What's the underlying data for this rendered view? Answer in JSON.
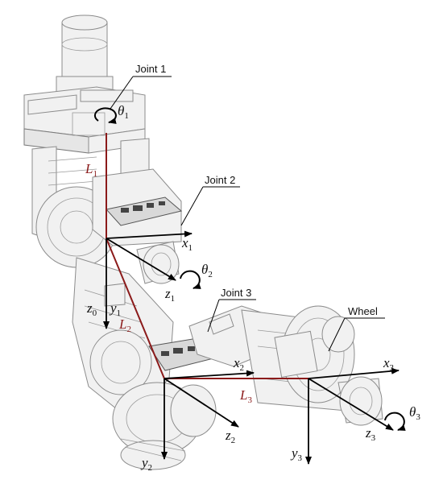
{
  "labels": {
    "joint1": "Joint 1",
    "joint2": "Joint 2",
    "joint3": "Joint 3",
    "wheel": "Wheel"
  },
  "links": [
    {
      "sym": "L",
      "sub": "1"
    },
    {
      "sym": "L",
      "sub": "2"
    },
    {
      "sym": "L",
      "sub": "3"
    }
  ],
  "angles": [
    {
      "sym": "θ",
      "sub": "1"
    },
    {
      "sym": "θ",
      "sub": "2"
    },
    {
      "sym": "θ",
      "sub": "3"
    }
  ],
  "axes": {
    "x1": {
      "sym": "x",
      "sub": "1"
    },
    "z1": {
      "sym": "z",
      "sub": "1"
    },
    "y1": {
      "sym": "y",
      "sub": "1"
    },
    "z0": {
      "sym": "z",
      "sub": "0"
    },
    "x2": {
      "sym": "x",
      "sub": "2"
    },
    "y2": {
      "sym": "y",
      "sub": "2"
    },
    "z2": {
      "sym": "z",
      "sub": "2"
    },
    "x3": {
      "sym": "x",
      "sub": "3"
    },
    "y3": {
      "sym": "y",
      "sub": "3"
    },
    "z3": {
      "sym": "z",
      "sub": "3"
    }
  },
  "colors": {
    "link_line": "#8b1a1a",
    "axis": "#000000",
    "mechanism": "#8c8c8c"
  }
}
